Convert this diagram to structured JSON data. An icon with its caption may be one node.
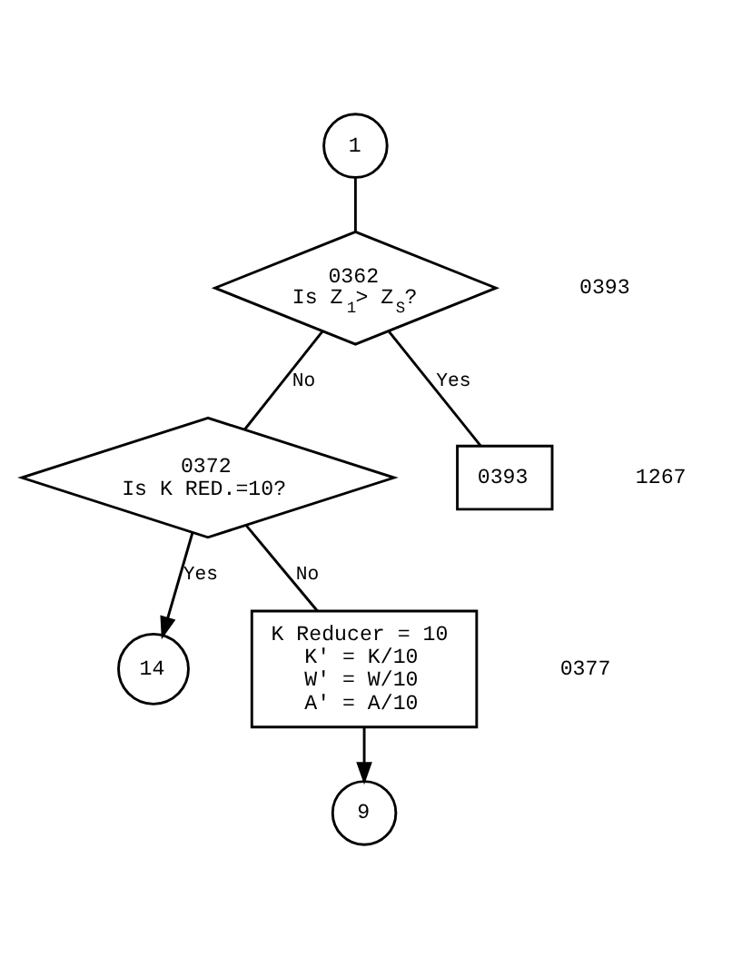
{
  "diagram": {
    "nodes": [
      {
        "text": [
          "1"
        ]
      },
      {
        "text": [
          "0362",
          "Is Z$_{1}$> Z$_{S}$?"
        ]
      },
      {
        "text": [
          "0372",
          "Is K RED.=10?"
        ]
      },
      {
        "text": [
          "14"
        ]
      },
      {
        "text": [
          "K Reducer = 10",
          "K' = K/10",
          "W' = W/10",
          "A' = A/10"
        ]
      },
      {
        "text": [
          "9"
        ]
      },
      {
        "text": [
          "0393"
        ]
      }
    ],
    "edges": [
      {
        "from": 0,
        "to": 1,
        "arrow": "none"
      },
      {
        "from": 1,
        "to": 2,
        "label": "No",
        "arrow": "none"
      },
      {
        "from": 2,
        "to": 3,
        "label": "Yes",
        "arrow": "to"
      },
      {
        "from": 2,
        "to": 4,
        "label": "No",
        "arrow": "none"
      },
      {
        "from": 4,
        "to": 5,
        "arrow": "to"
      },
      {
        "from": 1,
        "to": 6,
        "label": "Yes",
        "arrow": "none"
      }
    ],
    "labels": [
      "0393",
      "1267",
      "0377"
    ]
  }
}
